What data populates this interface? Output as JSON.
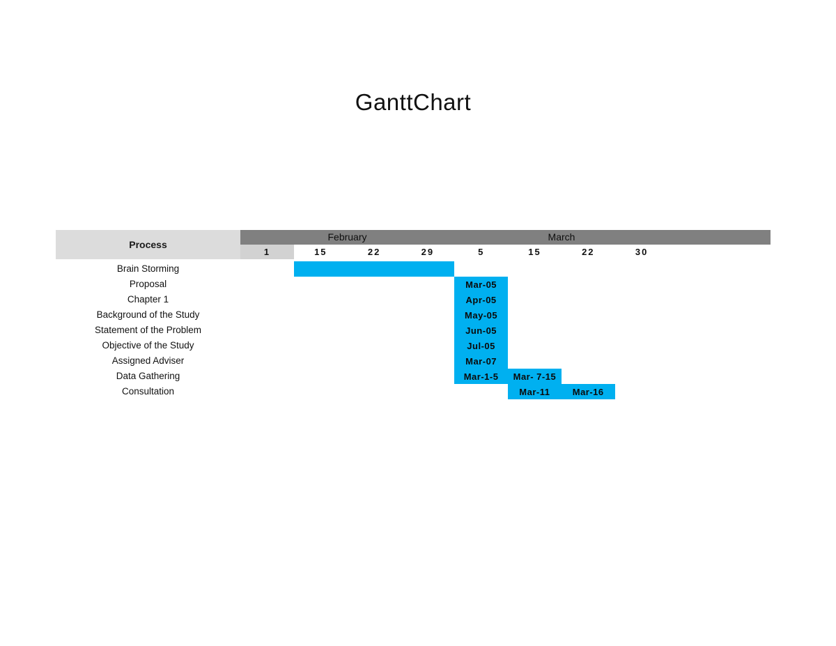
{
  "chart_data": {
    "type": "bar",
    "subtype": "gantt",
    "title": "GanttChart",
    "process_header": "Process",
    "months": [
      {
        "label": "February",
        "ticks": [
          "1",
          "15",
          "22",
          "29"
        ]
      },
      {
        "label": "March",
        "ticks": [
          "5",
          "15",
          "22",
          "30"
        ]
      }
    ],
    "axis_note": "timeline columns left-to-right: Feb 1, Feb 15, Feb 22, Feb 29, Mar 5, Mar 15, Mar 22, Mar 30",
    "rows": [
      {
        "label": "Brain Storming",
        "bars": [
          {
            "text": "",
            "from_col": "Feb 15",
            "to_col": "Feb 29"
          }
        ]
      },
      {
        "label": "Proposal",
        "bars": [
          {
            "text": "Mar-05",
            "from_col": "Mar 5",
            "to_col": "Mar 5"
          }
        ]
      },
      {
        "label": "Chapter 1",
        "bars": [
          {
            "text": "Apr-05",
            "from_col": "Mar 5",
            "to_col": "Mar 5"
          }
        ]
      },
      {
        "label": "Background of the Study",
        "bars": [
          {
            "text": "May-05",
            "from_col": "Mar 5",
            "to_col": "Mar 5"
          }
        ]
      },
      {
        "label": "Statement of the Problem",
        "bars": [
          {
            "text": "Jun-05",
            "from_col": "Mar 5",
            "to_col": "Mar 5"
          }
        ]
      },
      {
        "label": "Objective of the Study",
        "bars": [
          {
            "text": "Jul-05",
            "from_col": "Mar 5",
            "to_col": "Mar 5"
          }
        ]
      },
      {
        "label": "Assigned Adviser",
        "bars": [
          {
            "text": "Mar-07",
            "from_col": "Mar 5",
            "to_col": "Mar 5"
          }
        ]
      },
      {
        "label": "Data Gathering",
        "bars": [
          {
            "text": "Mar-1-5",
            "from_col": "Mar 5",
            "to_col": "Mar 5"
          },
          {
            "text": "Mar- 7-15",
            "from_col": "Mar 15",
            "to_col": "Mar 15"
          }
        ]
      },
      {
        "label": "Consultation",
        "bars": [
          {
            "text": "Mar-11",
            "from_col": "Mar 15",
            "to_col": "Mar 15"
          },
          {
            "text": "Mar-16",
            "from_col": "Mar 22",
            "to_col": "Mar 22"
          }
        ]
      }
    ],
    "colors": {
      "bar_fill": "#00b0f0",
      "month_band_bg": "#808080",
      "process_cell_bg": "#dcdcdc",
      "first_tick_cell_bg": "#d2d2d2",
      "text": "#000000",
      "page_bg": "#ffffff"
    },
    "layout_hints": {
      "grid": "off",
      "legend": "none",
      "bar_text_color": "black-on-blue"
    }
  }
}
